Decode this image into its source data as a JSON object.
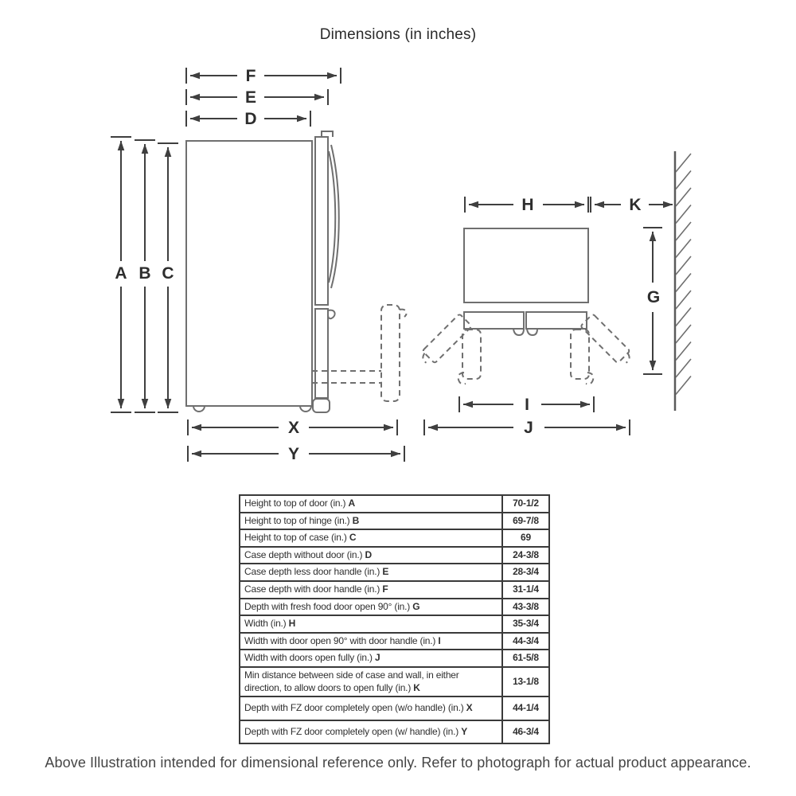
{
  "title": "Dimensions (in inches)",
  "footer": "Above Illustration intended for dimensional reference only. Refer to photograph for actual product appearance.",
  "diagram": {
    "labels": {
      "A": "A",
      "B": "B",
      "C": "C",
      "D": "D",
      "E": "E",
      "F": "F",
      "G": "G",
      "H": "H",
      "I": "I",
      "J": "J",
      "K": "K",
      "X": "X",
      "Y": "Y"
    }
  },
  "table": {
    "rows": [
      {
        "label": "Height to top of door (in.)",
        "letter": "A",
        "value": "70-1/2"
      },
      {
        "label": "Height to top of hinge (in.)",
        "letter": "B",
        "value": "69-7/8"
      },
      {
        "label": "Height to top of case (in.)",
        "letter": "C",
        "value": "69"
      },
      {
        "label": "Case depth without door (in.)",
        "letter": "D",
        "value": "24-3/8"
      },
      {
        "label": "Case depth less door handle (in.)",
        "letter": "E",
        "value": "28-3/4"
      },
      {
        "label": "Case depth with door handle (in.)",
        "letter": "F",
        "value": "31-1/4"
      },
      {
        "label": "Depth with fresh food door open 90° (in.)",
        "letter": "G",
        "value": "43-3/8"
      },
      {
        "label": "Width (in.)",
        "letter": "H",
        "value": "35-3/4"
      },
      {
        "label": "Width with door open 90° with door handle (in.)",
        "letter": "I",
        "value": "44-3/4"
      },
      {
        "label": "Width with doors open fully (in.)",
        "letter": "J",
        "value": "61-5/8"
      },
      {
        "label": "Min distance between side of case and wall, in either direction, to allow doors to open fully (in.)",
        "letter": "K",
        "value": "13-1/8"
      },
      {
        "label": "Depth with FZ door completely open (w/o handle) (in.)",
        "letter": "X",
        "value": "44-1/4"
      },
      {
        "label": "Depth with FZ door completely open (w/ handle) (in.)",
        "letter": "Y",
        "value": "46-3/4"
      }
    ]
  }
}
